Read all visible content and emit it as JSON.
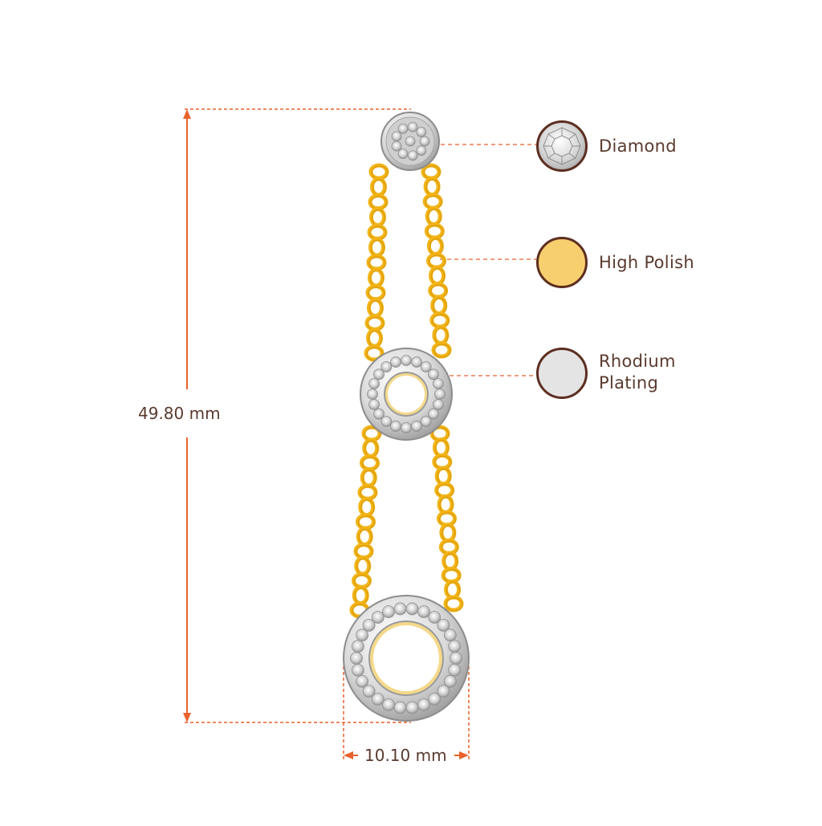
{
  "dimensions": {
    "height": "49.80 mm",
    "width": "10.10 mm"
  },
  "legend": [
    {
      "label": "Diamond",
      "swatch": "diamond-icon"
    },
    {
      "label": "High Polish",
      "swatch_color": "#f7cf6e"
    },
    {
      "label": "Rhodium Plating",
      "line1": "Rhodium",
      "line2": "Plating",
      "swatch_color": "#e4e4e4"
    }
  ],
  "colors": {
    "dimension_line": "#e8622c",
    "text": "#5a3a2e",
    "swatch_border": "#5c2e20",
    "gold": "#f2b416",
    "gold_dark": "#c98a05",
    "rhodium": "#e2e2e2"
  }
}
